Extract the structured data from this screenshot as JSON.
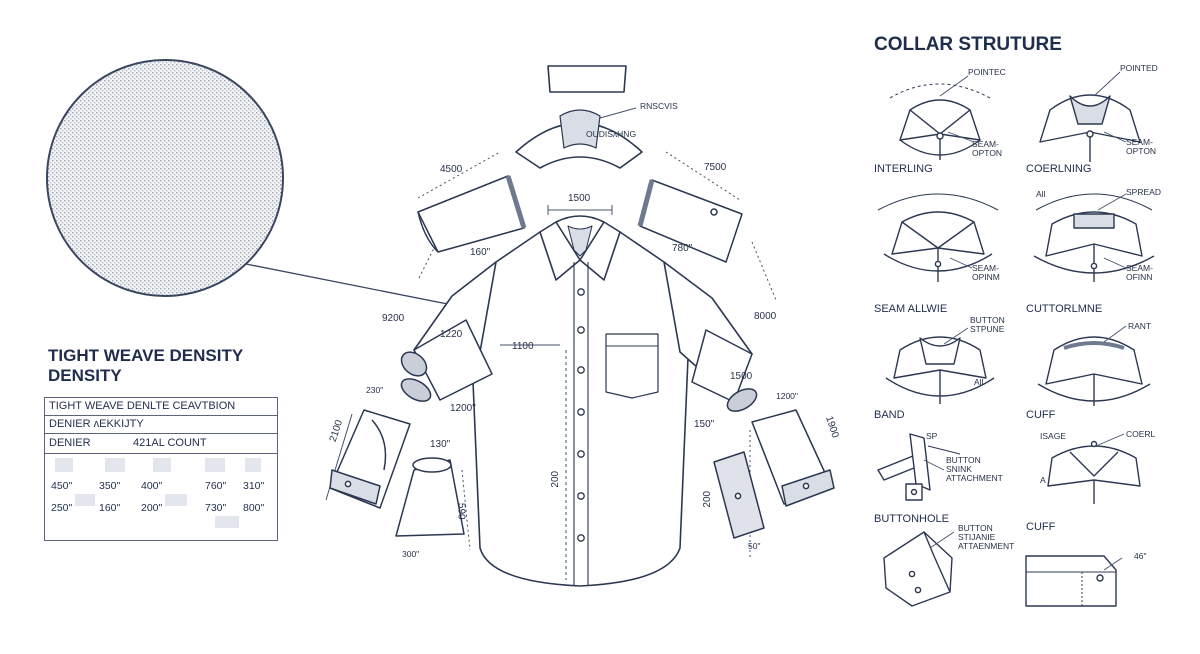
{
  "texture": {
    "title_line1": "TIGHT WEAVE DENSITY",
    "title_line2": "DENSITY"
  },
  "table": {
    "header": "TIGHT WEAVE DENLTE CEAVTBION",
    "row2": "DENIER ʌEKKIJTY",
    "col_a": "DENIER",
    "col_b": "421AL COUNT",
    "rows": [
      [
        "450\"",
        "350\"",
        "400\"",
        "760\"",
        "310\""
      ],
      [
        "250\"",
        "160\"",
        "200\"",
        "730\"",
        "800\""
      ]
    ]
  },
  "shirt": {
    "labels": {
      "collar_top": "RNSCVIS",
      "collar_inner": "OUDISʌHNG",
      "sleeve_left": "4500",
      "sleeve_right": "7500",
      "yoke": "1500",
      "cuff_left_a": "160\"",
      "cuff_right_a": "780\"",
      "arm_left": "9200",
      "arm_right": "8000",
      "upper_arm": "1220",
      "chest": "1100",
      "ring_left": "230\"",
      "ring_left_b": "1200\"",
      "ring_right": "1500",
      "ring_right_b": "1200\"",
      "cuff_left_b": "130\"",
      "cuff_right_b": "150\"",
      "side_left": "2100",
      "side_right": "1900",
      "length": "200",
      "cuff_len_left": "590",
      "cuff_len_right": "200",
      "bottom_left": "300\"",
      "bottom_right": "50\""
    }
  },
  "collar": {
    "title": "COLLAR STRUTURE",
    "cells": [
      {
        "name": "",
        "a": "POINTEC",
        "b": "SEAM-\nOPTON"
      },
      {
        "name": "",
        "a": "POINTED",
        "b": "SEAM-\nOPTON"
      },
      {
        "name": "INTERLING",
        "a": "",
        "b": "SEAM-\nOPINM"
      },
      {
        "name": "COERLNING",
        "a": "SPREAD",
        "b": "SEAM-\nOFINN",
        "c": "All"
      },
      {
        "name": "SEAM ALLWIE",
        "a": "BUTTON\nSTPUNE",
        "b": "All"
      },
      {
        "name": "CUTTORLMNE",
        "a": "RANT",
        "b": ""
      },
      {
        "name": "BAND",
        "a": "SP",
        "b": "BUTTON\nSNINK\nATTACHMENT"
      },
      {
        "name": "CUFF",
        "a": "ISAGE",
        "b": "COERL",
        "c": "A"
      },
      {
        "name": "BUTTONHOLE",
        "a": "BUTTON\nSTIJANIE\nATTAENMENT",
        "b": ""
      },
      {
        "name": "CUFF",
        "a": "46\"",
        "b": ""
      }
    ]
  },
  "colors": {
    "ink": "#1f2d4d",
    "line": "#3a4660",
    "fill": "#d9dde5",
    "accent": "#6f7a8f"
  }
}
